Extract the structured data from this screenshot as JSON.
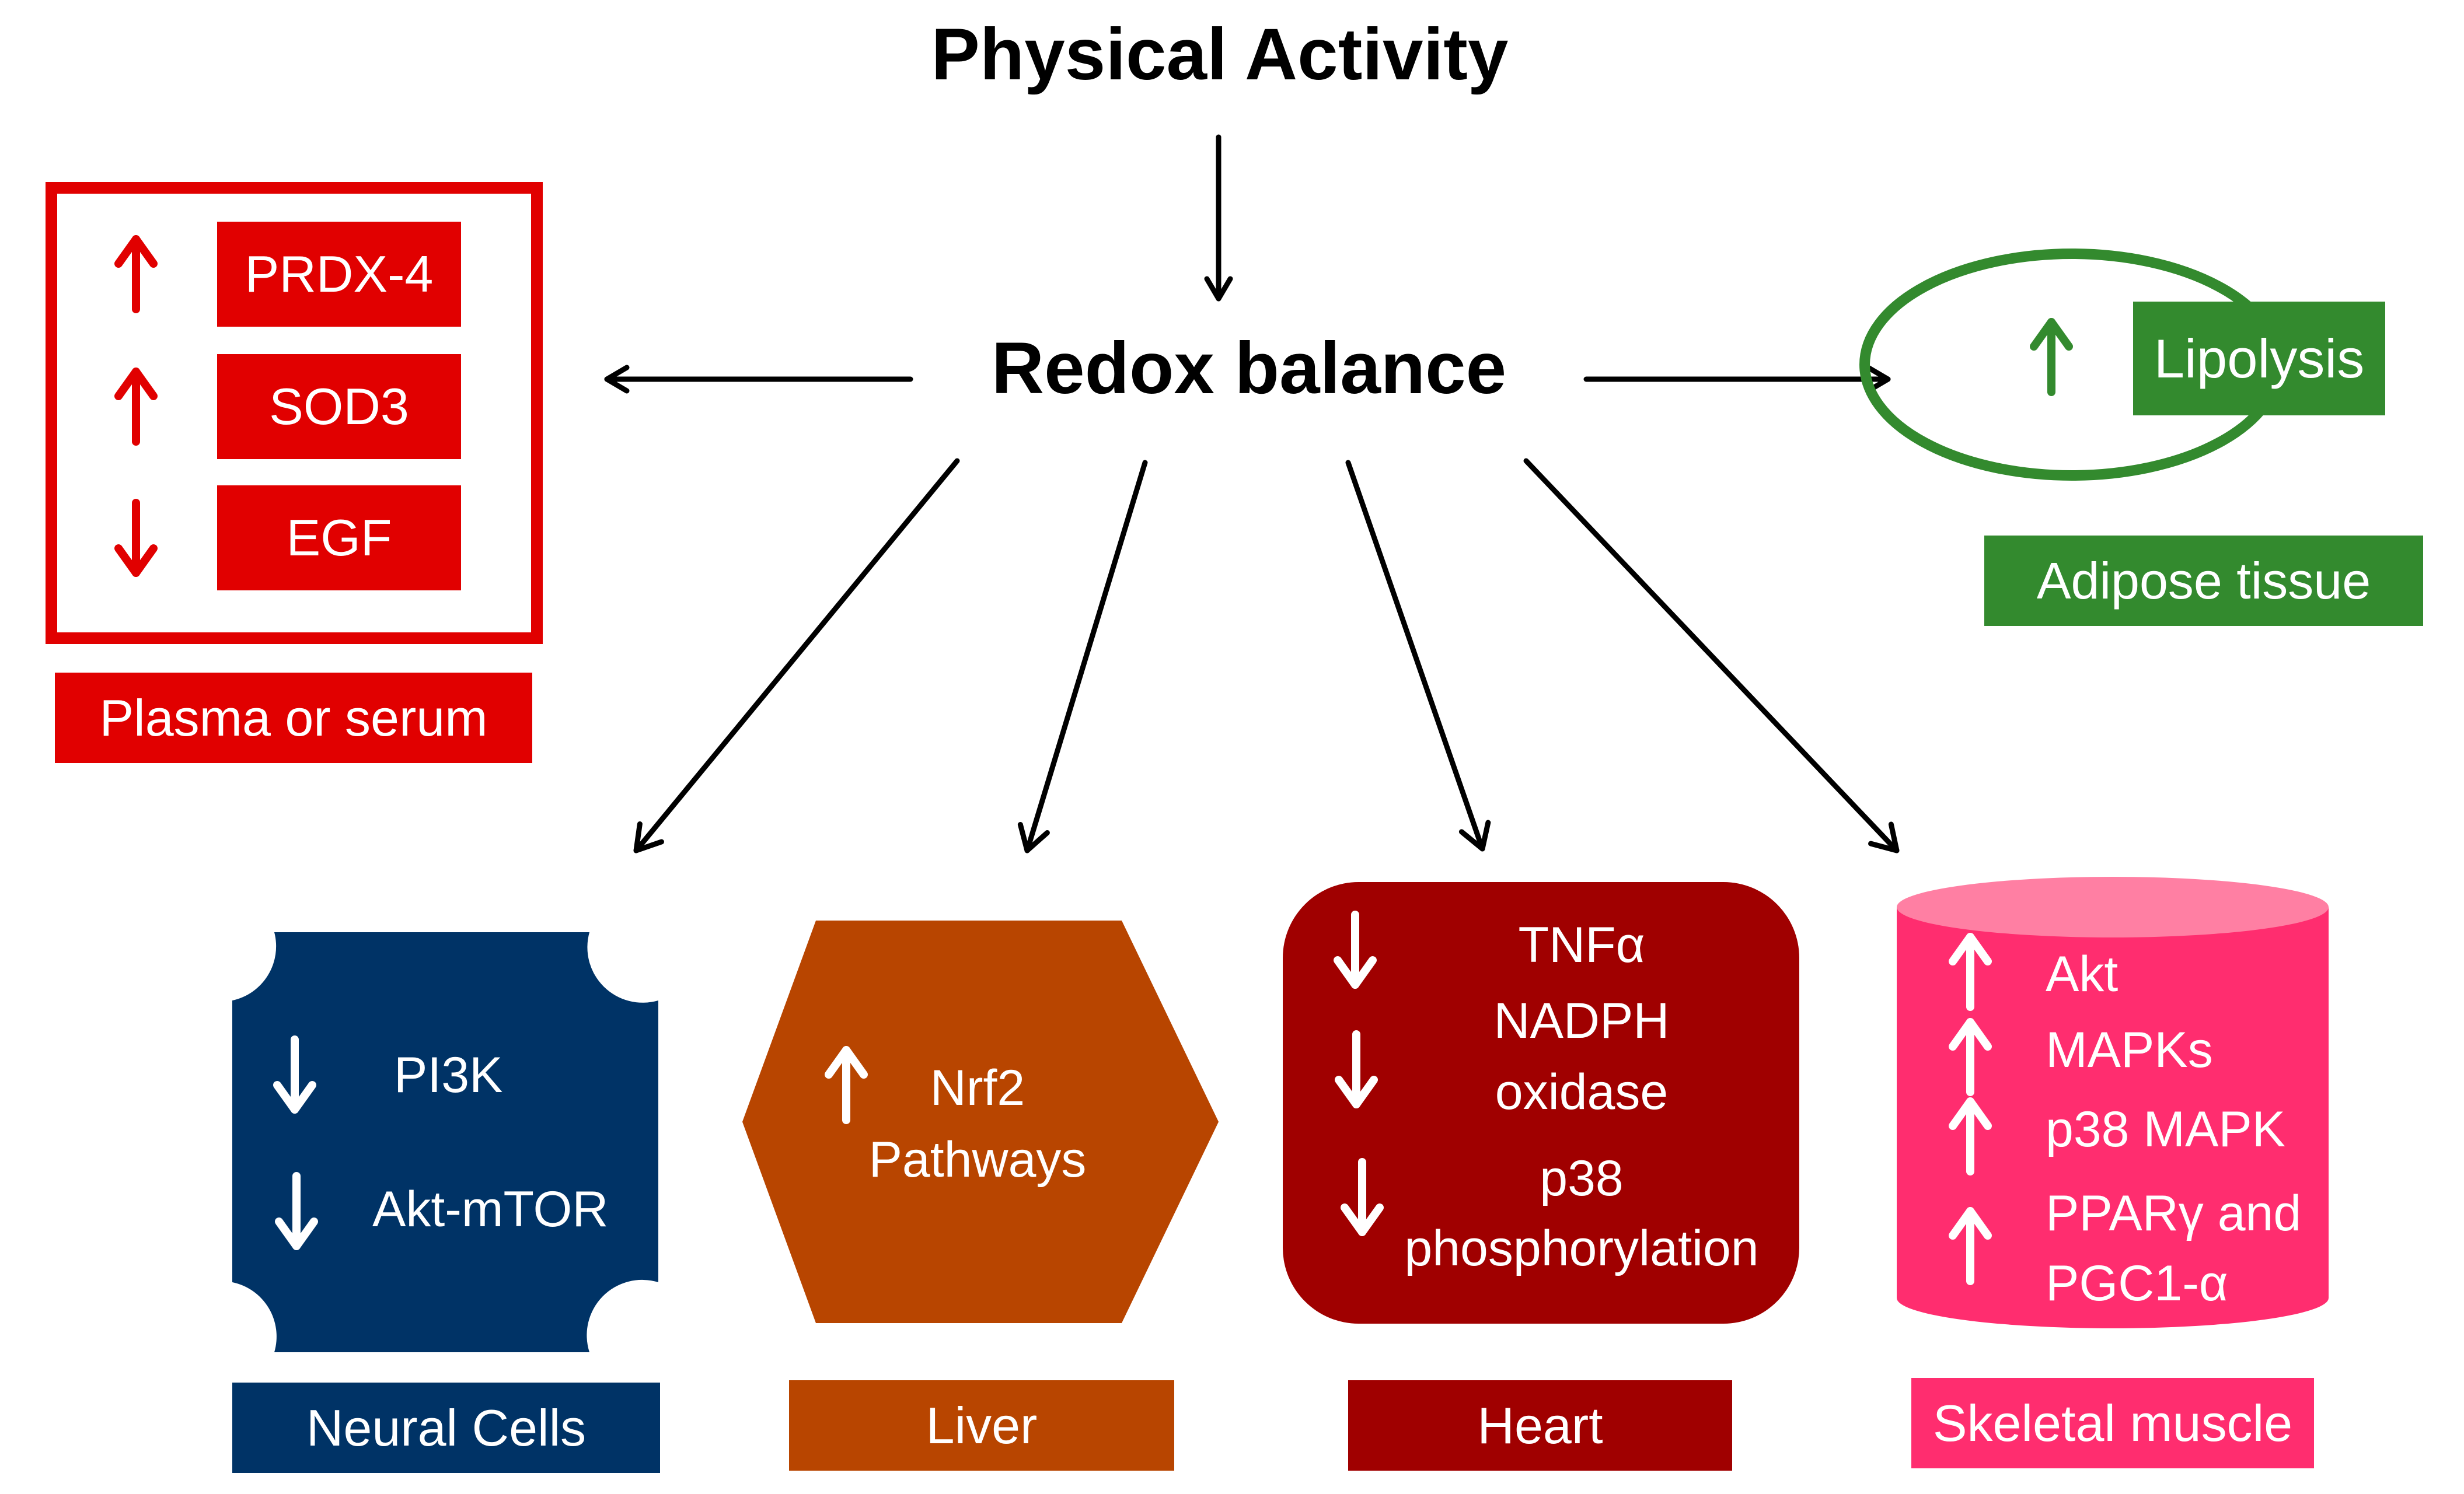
{
  "title": "Physical Activity",
  "center_node": "Redox balance",
  "colors": {
    "plasma_red": "#e10000",
    "adipose_green": "#338a2e",
    "neural_blue": "#003366",
    "liver_orange": "#b84500",
    "heart_darkred": "#a00000",
    "muscle_pink": "#ff2d6f",
    "muscle_top": "#ff7fa3"
  },
  "plasma": {
    "label": "Plasma or serum",
    "items": [
      {
        "direction": "up",
        "text": "PRDX-4"
      },
      {
        "direction": "up",
        "text": "SOD3"
      },
      {
        "direction": "down",
        "text": "EGF"
      }
    ]
  },
  "adipose": {
    "label": "Adipose tissue",
    "items": [
      {
        "direction": "up",
        "text": "Lipolysis"
      }
    ]
  },
  "neural": {
    "label": "Neural Cells",
    "items": [
      {
        "direction": "down",
        "text": "PI3K"
      },
      {
        "direction": "down",
        "text": "Akt-mTOR"
      }
    ]
  },
  "liver": {
    "label": "Liver",
    "items": [
      {
        "direction": "up",
        "line1": "Nrf2",
        "line2": "Pathways"
      }
    ]
  },
  "heart": {
    "label": "Heart",
    "items": [
      {
        "direction": "down",
        "line1": "TNFα",
        "line2": "NADPH"
      },
      {
        "direction": "down",
        "line1": "oxidase",
        "line2": ""
      },
      {
        "direction": "down",
        "line1": "p38",
        "line2": "phosphorylation"
      }
    ]
  },
  "muscle": {
    "label": "Skeletal muscle",
    "items": [
      {
        "direction": "up",
        "text": "Akt"
      },
      {
        "direction": "up",
        "text": "MAPKs"
      },
      {
        "direction": "up",
        "text": "p38 MAPK"
      },
      {
        "direction": "up",
        "line1": "PPARγ and",
        "line2": "PGC1-α"
      }
    ]
  }
}
